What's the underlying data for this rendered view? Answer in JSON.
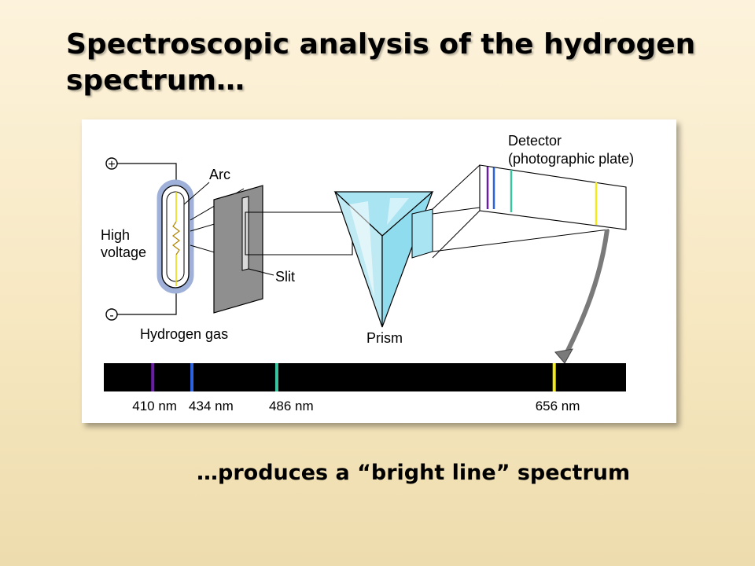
{
  "slide": {
    "title": "Spectroscopic analysis of the hydrogen spectrum…",
    "caption": "…produces a “bright line” spectrum"
  },
  "diagram": {
    "labels": {
      "plus": "+",
      "minus": "-",
      "high": "High",
      "voltage": "voltage",
      "arc": "Arc",
      "slit": "Slit",
      "hydrogen_gas": "Hydrogen gas",
      "prism": "Prism",
      "detector": "Detector",
      "photographic_plate": "(photographic plate)"
    },
    "colors": {
      "violet": "#6a1ea8",
      "blue": "#2d63e0",
      "cyan": "#3cc4a0",
      "red": "#f2ea1e",
      "prism": "#a9e4f2",
      "tube_glow": "#9fb1d9"
    },
    "spectrum": {
      "axis_range_nm": [
        380,
        700
      ],
      "lines": [
        {
          "wavelength_nm": 410,
          "label": "410 nm",
          "color": "#6a1ea8"
        },
        {
          "wavelength_nm": 434,
          "label": "434 nm",
          "color": "#2d63e0"
        },
        {
          "wavelength_nm": 486,
          "label": "486 nm",
          "color": "#3cc4a0"
        },
        {
          "wavelength_nm": 656,
          "label": "656 nm",
          "color": "#f2ea1e"
        }
      ]
    }
  }
}
